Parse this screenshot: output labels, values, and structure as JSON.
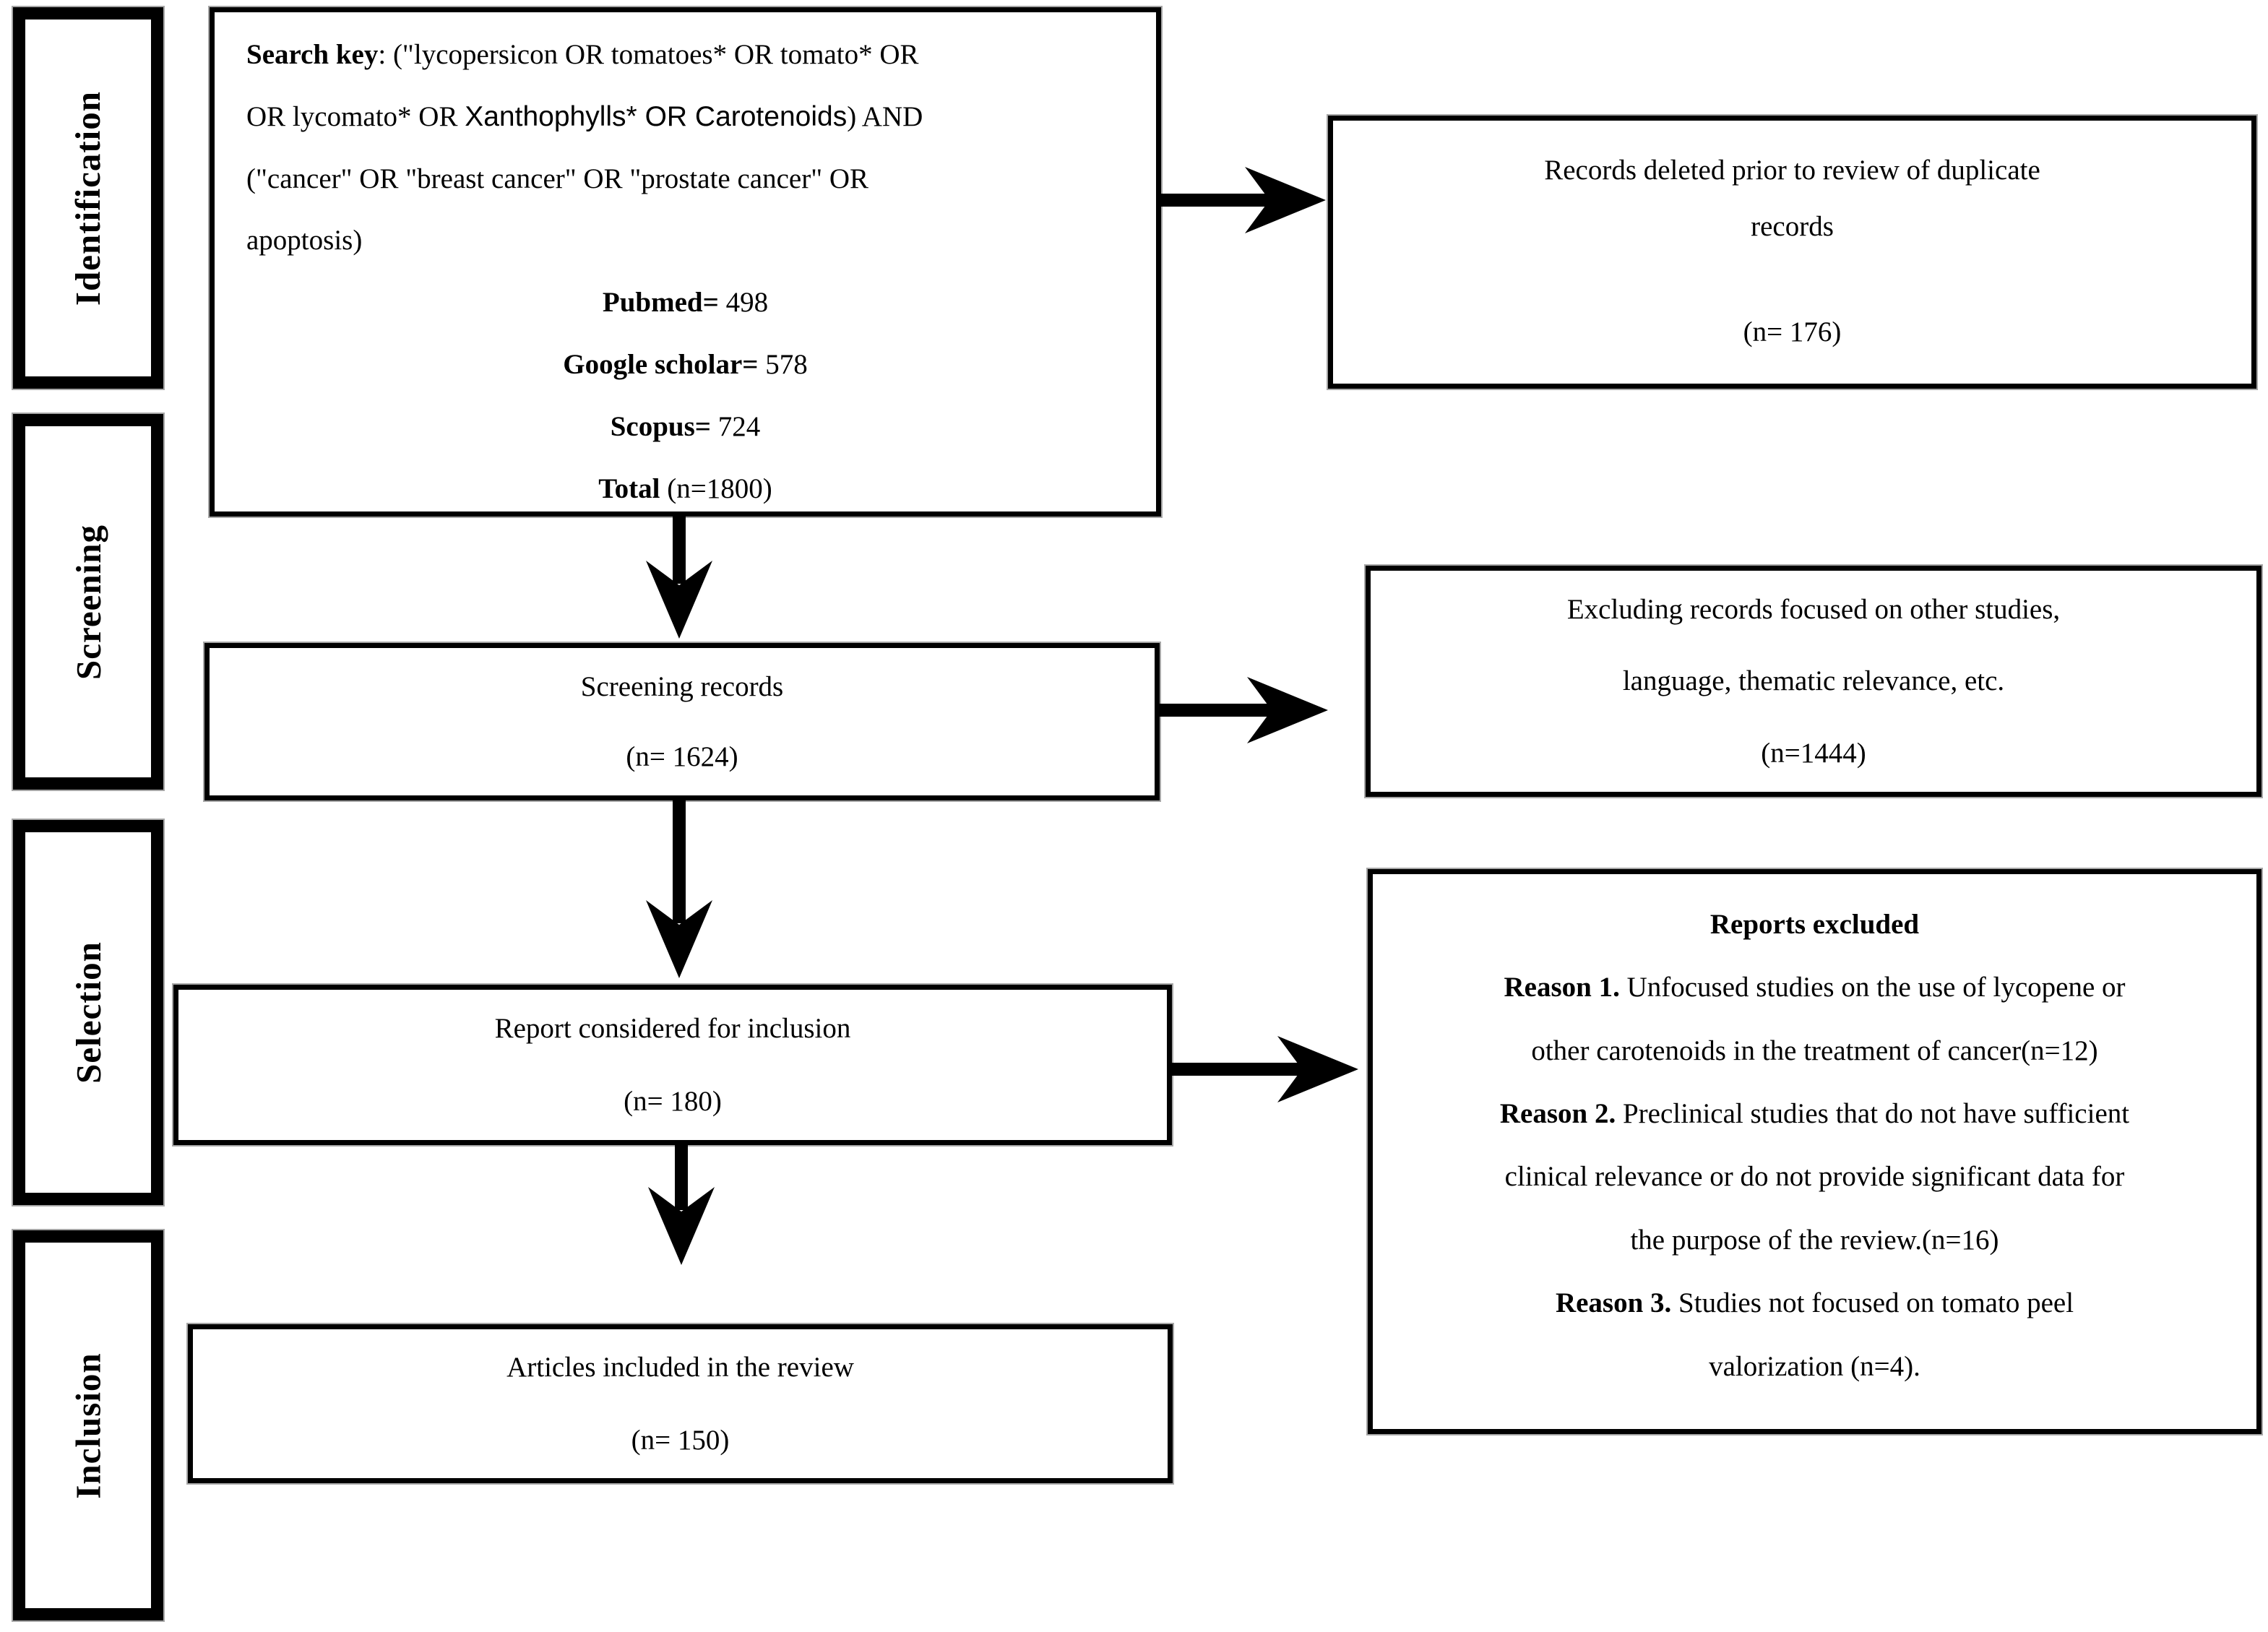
{
  "stages": [
    {
      "label": "Identification"
    },
    {
      "label": "Screening"
    },
    {
      "label": "Selection"
    },
    {
      "label": "Inclusion"
    }
  ],
  "search_box": {
    "lines": [
      {
        "bold": "Search key",
        "text": ": (\"lycopersicon OR tomatoes* OR tomato* OR"
      },
      {
        "text": "OR lycomato* OR ",
        "sans": "Xanthophylls* OR Carotenoids",
        "text2": ") AND"
      },
      {
        "text": "(\"cancer\" OR \"breast cancer\" OR \"prostate cancer\" OR"
      },
      {
        "text": "apoptosis)"
      }
    ],
    "counts": [
      {
        "label": "Pubmed=",
        "value": " 498"
      },
      {
        "label": "Google scholar=",
        "value": " 578"
      },
      {
        "label": "Scopus=",
        "value": " 724"
      },
      {
        "label": "Total ",
        "value": "(n=1800)"
      }
    ]
  },
  "duplicates_box": {
    "lines": [
      "Records deleted prior to review of duplicate",
      "records"
    ],
    "n": "(n= 176)"
  },
  "screening_box": {
    "line1": "Screening records",
    "n": "(n= 1624)"
  },
  "excluding_box": {
    "lines": [
      "Excluding records focused on other studies,",
      "language, thematic relevance, etc.",
      "(n=1444)"
    ]
  },
  "selection_box": {
    "line1": "Report considered for inclusion",
    "n": "(n= 180)"
  },
  "reports_excluded_box": {
    "title": "Reports excluded",
    "lines": [
      {
        "bold": "Reason 1.",
        "text": " Unfocused studies on the use of lycopene or"
      },
      {
        "bold": "",
        "text": "other carotenoids in the treatment of cancer(n=12)"
      },
      {
        "bold": "Reason 2.",
        "text": " Preclinical studies that do not have sufficient"
      },
      {
        "bold": "",
        "text": "clinical relevance or do not provide significant data for"
      },
      {
        "bold": "",
        "text": "the purpose of the review.(n=16)"
      },
      {
        "bold": "Reason 3.",
        "text": " Studies not focused on tomato peel"
      },
      {
        "bold": "",
        "text": "valorization (n=4)."
      }
    ]
  },
  "inclusion_box": {
    "line1": "Articles included in the review",
    "n": "(n= 150)"
  },
  "arrows": [
    {
      "from": "search-terms-box",
      "to": "duplicates-removed-box",
      "direction": "right"
    },
    {
      "from": "search-terms-box",
      "to": "screening-records-box",
      "direction": "down"
    },
    {
      "from": "screening-records-box",
      "to": "records-excluded-box",
      "direction": "right"
    },
    {
      "from": "screening-records-box",
      "to": "report-considered-box",
      "direction": "down"
    },
    {
      "from": "report-considered-box",
      "to": "reports-excluded-box",
      "direction": "right"
    },
    {
      "from": "report-considered-box",
      "to": "articles-included-box",
      "direction": "down"
    }
  ],
  "colors": {
    "line": "#000000",
    "background": "#ffffff"
  }
}
